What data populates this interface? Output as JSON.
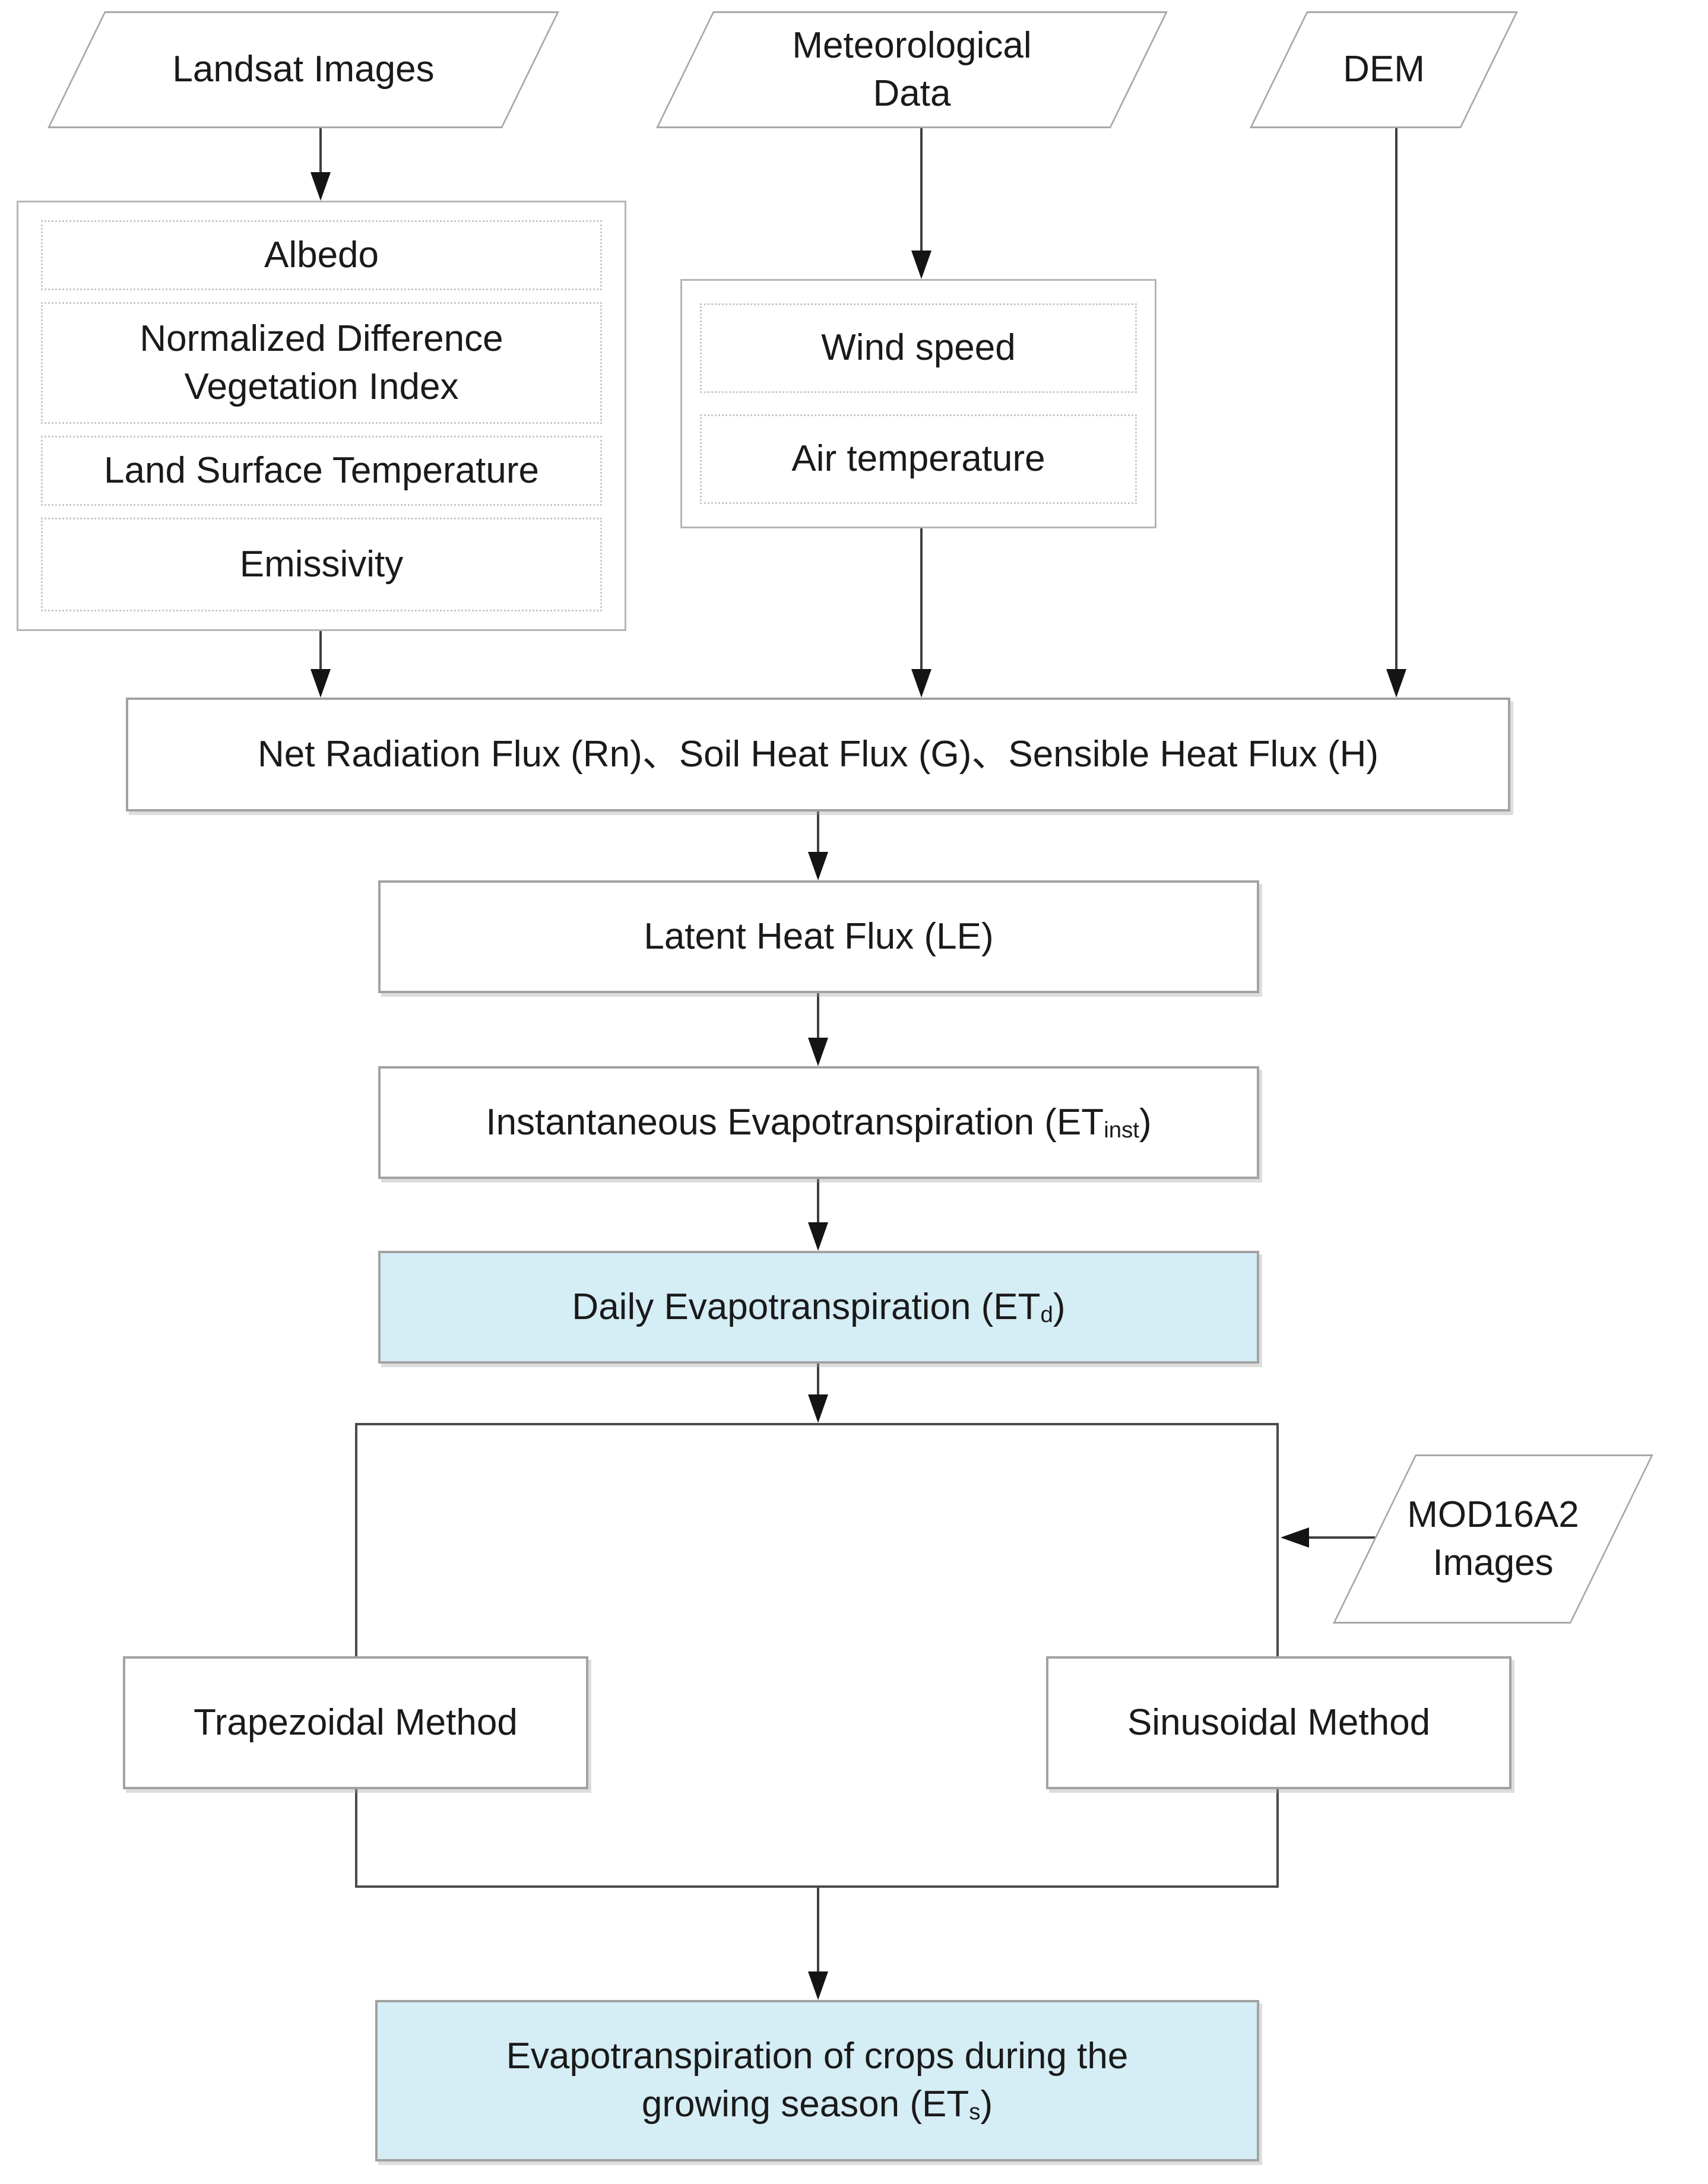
{
  "colors": {
    "highlight_fill": "#d5edf5",
    "box_border": "#a2a2a2",
    "group_border": "#b5b5b5",
    "dotted_border": "#c9c9c9",
    "container_border": "#4a4a4a",
    "connector_line": "#3f3f3f",
    "arrowhead": "#141414",
    "text": "#1a1a1a",
    "background": "#ffffff"
  },
  "nodes": {
    "landsat": {
      "label": "Landsat Images"
    },
    "met": {
      "label": "Meteorological Data"
    },
    "dem": {
      "label": "DEM"
    },
    "albedo": {
      "label": "Albedo"
    },
    "ndvi": {
      "label": "Normalized Difference Vegetation Index"
    },
    "lst": {
      "label": "Land Surface Temperature"
    },
    "emissivity": {
      "label": "Emissivity"
    },
    "wind": {
      "label": "Wind speed"
    },
    "air": {
      "label": "Air temperature"
    },
    "net": {
      "label": "Net Radiation Flux (Rn)、Soil Heat Flux (G)、Sensible Heat Flux (H)"
    },
    "le": {
      "label": "Latent Heat Flux (LE)"
    },
    "inst": {
      "prefix": "Instantaneous Evapotranspiration (ET",
      "sub": "inst",
      "suffix": ")"
    },
    "daily": {
      "prefix": "Daily Evapotranspiration (ET",
      "sub": "d",
      "suffix": ")"
    },
    "mod": {
      "label": "MOD16A2 Images"
    },
    "trapezoidal": {
      "label": "Trapezoidal Method"
    },
    "sinusoidal": {
      "label": "Sinusoidal Method"
    },
    "final": {
      "prefix": "Evapotranspiration of crops during the growing season (ET",
      "sub": "s",
      "suffix": ")"
    }
  }
}
